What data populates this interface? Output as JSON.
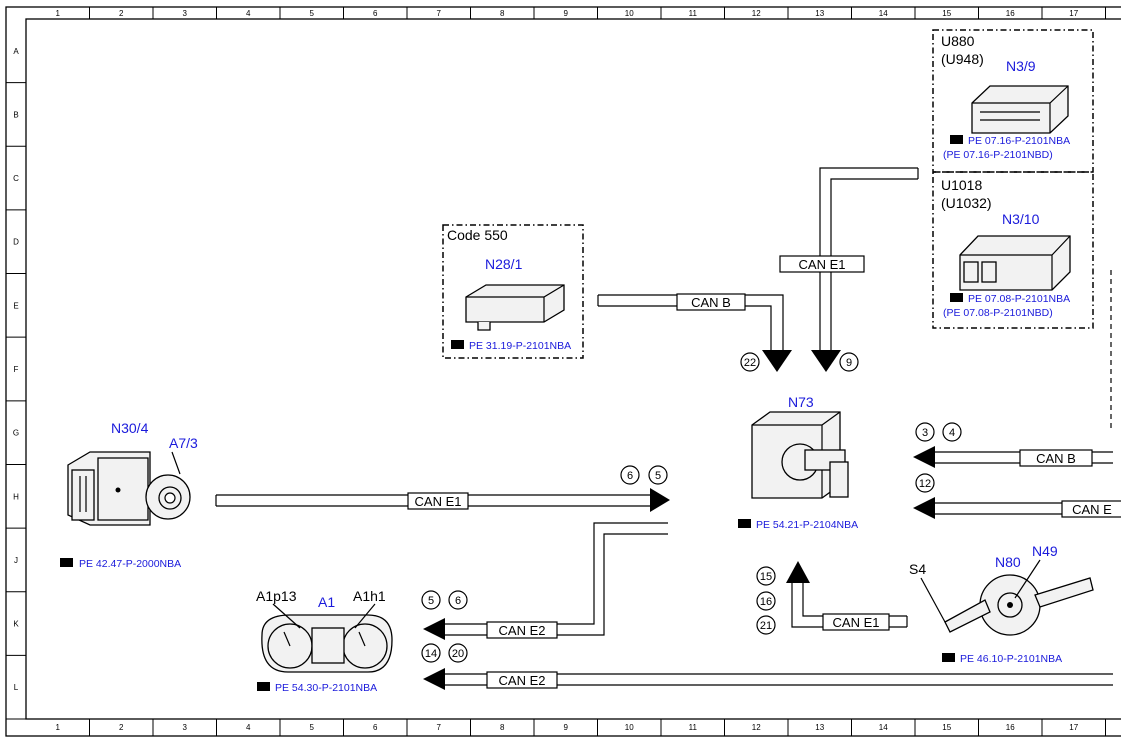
{
  "grid": {
    "columns": [
      "1",
      "2",
      "3",
      "4",
      "5",
      "6",
      "7",
      "8",
      "9",
      "10",
      "11",
      "12",
      "13",
      "14",
      "15",
      "16",
      "17"
    ],
    "rows": [
      "A",
      "B",
      "C",
      "D",
      "E",
      "F",
      "G",
      "H",
      "J",
      "K",
      "L"
    ]
  },
  "components": {
    "n30_4": {
      "id": "N30/4",
      "sub_id": "A7/3",
      "ref": "PE 42.47-P-2000NBA"
    },
    "n28_1": {
      "code": "Code 550",
      "id": "N28/1",
      "ref": "PE 31.19-P-2101NBA"
    },
    "n3_9": {
      "variant": "U880",
      "variant_alt": "(U948)",
      "id": "N3/9",
      "ref": "PE 07.16-P-2101NBA",
      "ref_alt": "(PE 07.16-P-2101NBD)"
    },
    "n3_10": {
      "variant": "U1018",
      "variant_alt": "(U1032)",
      "id": "N3/10",
      "ref": "PE 07.08-P-2101NBA",
      "ref_alt": "(PE 07.08-P-2101NBD)"
    },
    "n73": {
      "id": "N73",
      "ref": "PE 54.21-P-2104NBA"
    },
    "a1": {
      "id": "A1",
      "left_sub": "A1p13",
      "right_sub": "A1h1",
      "ref": "PE 54.30-P-2101NBA"
    },
    "n80": {
      "id": "N80",
      "sub_id": "N49",
      "switch": "S4",
      "ref": "PE 46.10-P-2101NBA"
    }
  },
  "buses": {
    "can_b_top": "CAN B",
    "can_e1_top": "CAN E1",
    "can_e1_mid": "CAN E1",
    "can_e2_upper": "CAN E2",
    "can_e2_lower": "CAN E2",
    "can_e1_low": "CAN E1",
    "can_b_right": "CAN B",
    "can_e_right": "CAN E"
  },
  "pins": {
    "p22": "22",
    "p9": "9",
    "p3": "3",
    "p4": "4",
    "p12": "12",
    "p6a": "6",
    "p5a": "5",
    "p5b": "5",
    "p6b": "6",
    "p14": "14",
    "p20": "20",
    "p15": "15",
    "p16": "16",
    "p21": "21"
  },
  "colors": {
    "ref_blue": "#1a1adb",
    "line": "#000000",
    "device_fill": "#f2f2f2"
  }
}
